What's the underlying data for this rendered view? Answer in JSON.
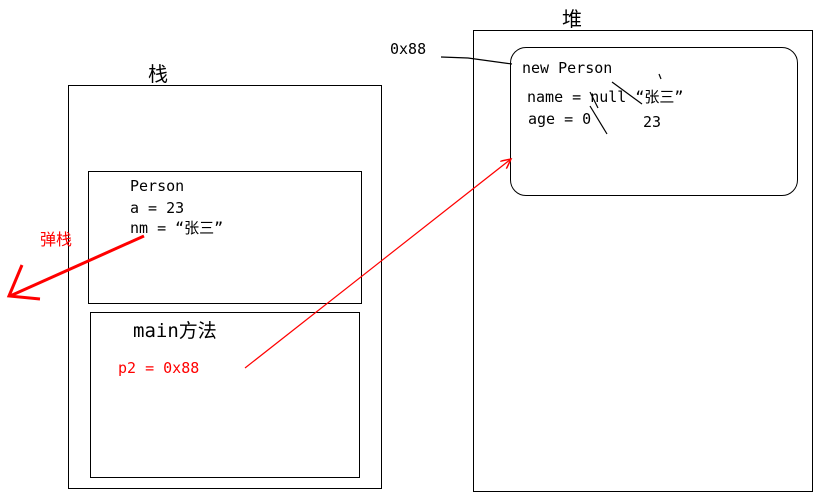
{
  "stack": {
    "title": "栈",
    "person_frame": {
      "line1": "Person",
      "line2": "a = 23",
      "line3": "nm =  “张三”"
    },
    "main_frame": {
      "title": "main方法",
      "var": "p2 = 0x88"
    },
    "pop_label": "弹栈"
  },
  "heap": {
    "title": "堆",
    "address": "0x88",
    "object": {
      "line1": "new Person",
      "name_line": "name = null “张三”",
      "age_line": "age = 0",
      "age_new": "23"
    }
  },
  "colors": {
    "line": "#000000",
    "pointer": "#ff0000"
  }
}
